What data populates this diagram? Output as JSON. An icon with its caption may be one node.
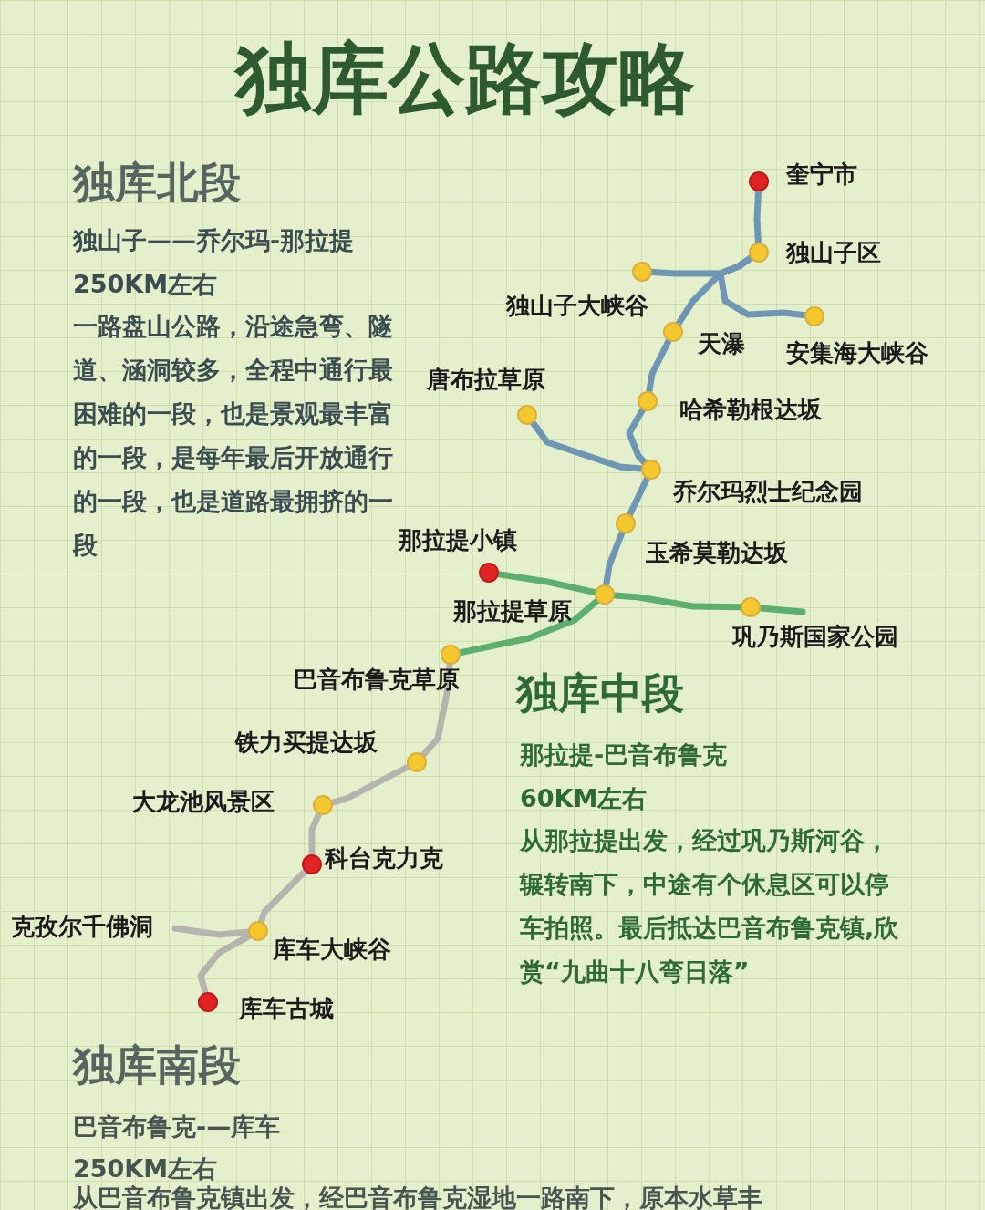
{
  "diagram": {
    "title": "独库公路攻略",
    "nodes": [
      {
        "text": [
          "奎宁市"
        ]
      },
      {
        "text": [
          "独山子区"
        ]
      },
      {
        "text": [
          "独山子大峡谷"
        ]
      },
      {
        "text": [
          "天瀑"
        ]
      },
      {
        "text": [
          "安集海大峡谷"
        ]
      },
      {
        "text": [
          "唐布拉草原"
        ]
      },
      {
        "text": [
          "哈希勒根达坂"
        ]
      },
      {
        "text": [
          "乔尔玛烈士纪念园"
        ]
      },
      {
        "text": [
          "玉希莫勒达坂"
        ]
      },
      {
        "text": [
          "那拉提小镇"
        ]
      },
      {
        "text": [
          "那拉提草原"
        ]
      },
      {
        "text": [
          "巩乃斯国家公园"
        ]
      },
      {
        "text": [
          "巴音布鲁克草原"
        ]
      },
      {
        "text": [
          "铁力买提达坂"
        ]
      },
      {
        "text": [
          "大龙池风景区"
        ]
      },
      {
        "text": [
          "科台克力克"
        ]
      },
      {
        "text": [
          "克孜尔千佛洞"
        ]
      },
      {
        "text": [
          "库车大峡谷"
        ]
      },
      {
        "text": [
          "库车古城"
        ]
      }
    ],
    "edges": [
      {
        "from": 0,
        "to": 1,
        "arrow": "none"
      },
      {
        "from": 1,
        "to": 2,
        "arrow": "none"
      },
      {
        "from": 1,
        "to": 3,
        "arrow": "none"
      },
      {
        "from": 1,
        "to": 4,
        "arrow": "none"
      },
      {
        "from": 3,
        "to": 6,
        "arrow": "none"
      },
      {
        "from": 6,
        "to": 7,
        "arrow": "none"
      },
      {
        "from": 5,
        "to": 7,
        "arrow": "none"
      },
      {
        "from": 7,
        "to": 8,
        "arrow": "none"
      },
      {
        "from": 8,
        "to": 10,
        "arrow": "none"
      },
      {
        "from": 9,
        "to": 10,
        "arrow": "none",
        "color": "#5daf6e"
      },
      {
        "from": 10,
        "to": 11,
        "arrow": "none",
        "color": "#5daf6e"
      },
      {
        "from": 11,
        "to": null,
        "arrow": "none",
        "color": "#5daf6e"
      },
      {
        "from": 10,
        "to": 12,
        "arrow": "none",
        "color": "#5daf6e"
      },
      {
        "from": 12,
        "to": 13,
        "arrow": "none",
        "color": "#b5b5b0"
      },
      {
        "from": 13,
        "to": 14,
        "arrow": "none",
        "color": "#b5b5b0"
      },
      {
        "from": 14,
        "to": 15,
        "arrow": "none",
        "color": "#b5b5b0"
      },
      {
        "from": 15,
        "to": 17,
        "arrow": "none",
        "color": "#b5b5b0"
      },
      {
        "from": 16,
        "to": 17,
        "arrow": "none",
        "color": "#b5b5b0"
      },
      {
        "from": 17,
        "to": 18,
        "arrow": "none",
        "color": "#b5b5b0"
      }
    ],
    "labels": [
      "独库北段",
      "独山子——乔尔玛-那拉提",
      "250KM左右",
      "一路盘山公路，沿途急弯、隧道、涵洞较多，全程中通行最困难的一段，也是景观最丰富的一段，是每年最后开放通行的一段，也是道路最拥挤的一段",
      "独库中段",
      "那拉提-巴音布鲁克",
      "60KM左右",
      "从那拉提出发，经过巩乃斯河谷，辗转南下，中途有个休息区可以停车拍照。最后抵达巴音布鲁克镇,欣赏“九曲十八弯日落”",
      "独库南段",
      "巴音布鲁克-—库车",
      "250KM左右",
      "从巴音布鲁克镇出发，经巴音布鲁克湿地一路南下，原本水草丰"
    ]
  }
}
